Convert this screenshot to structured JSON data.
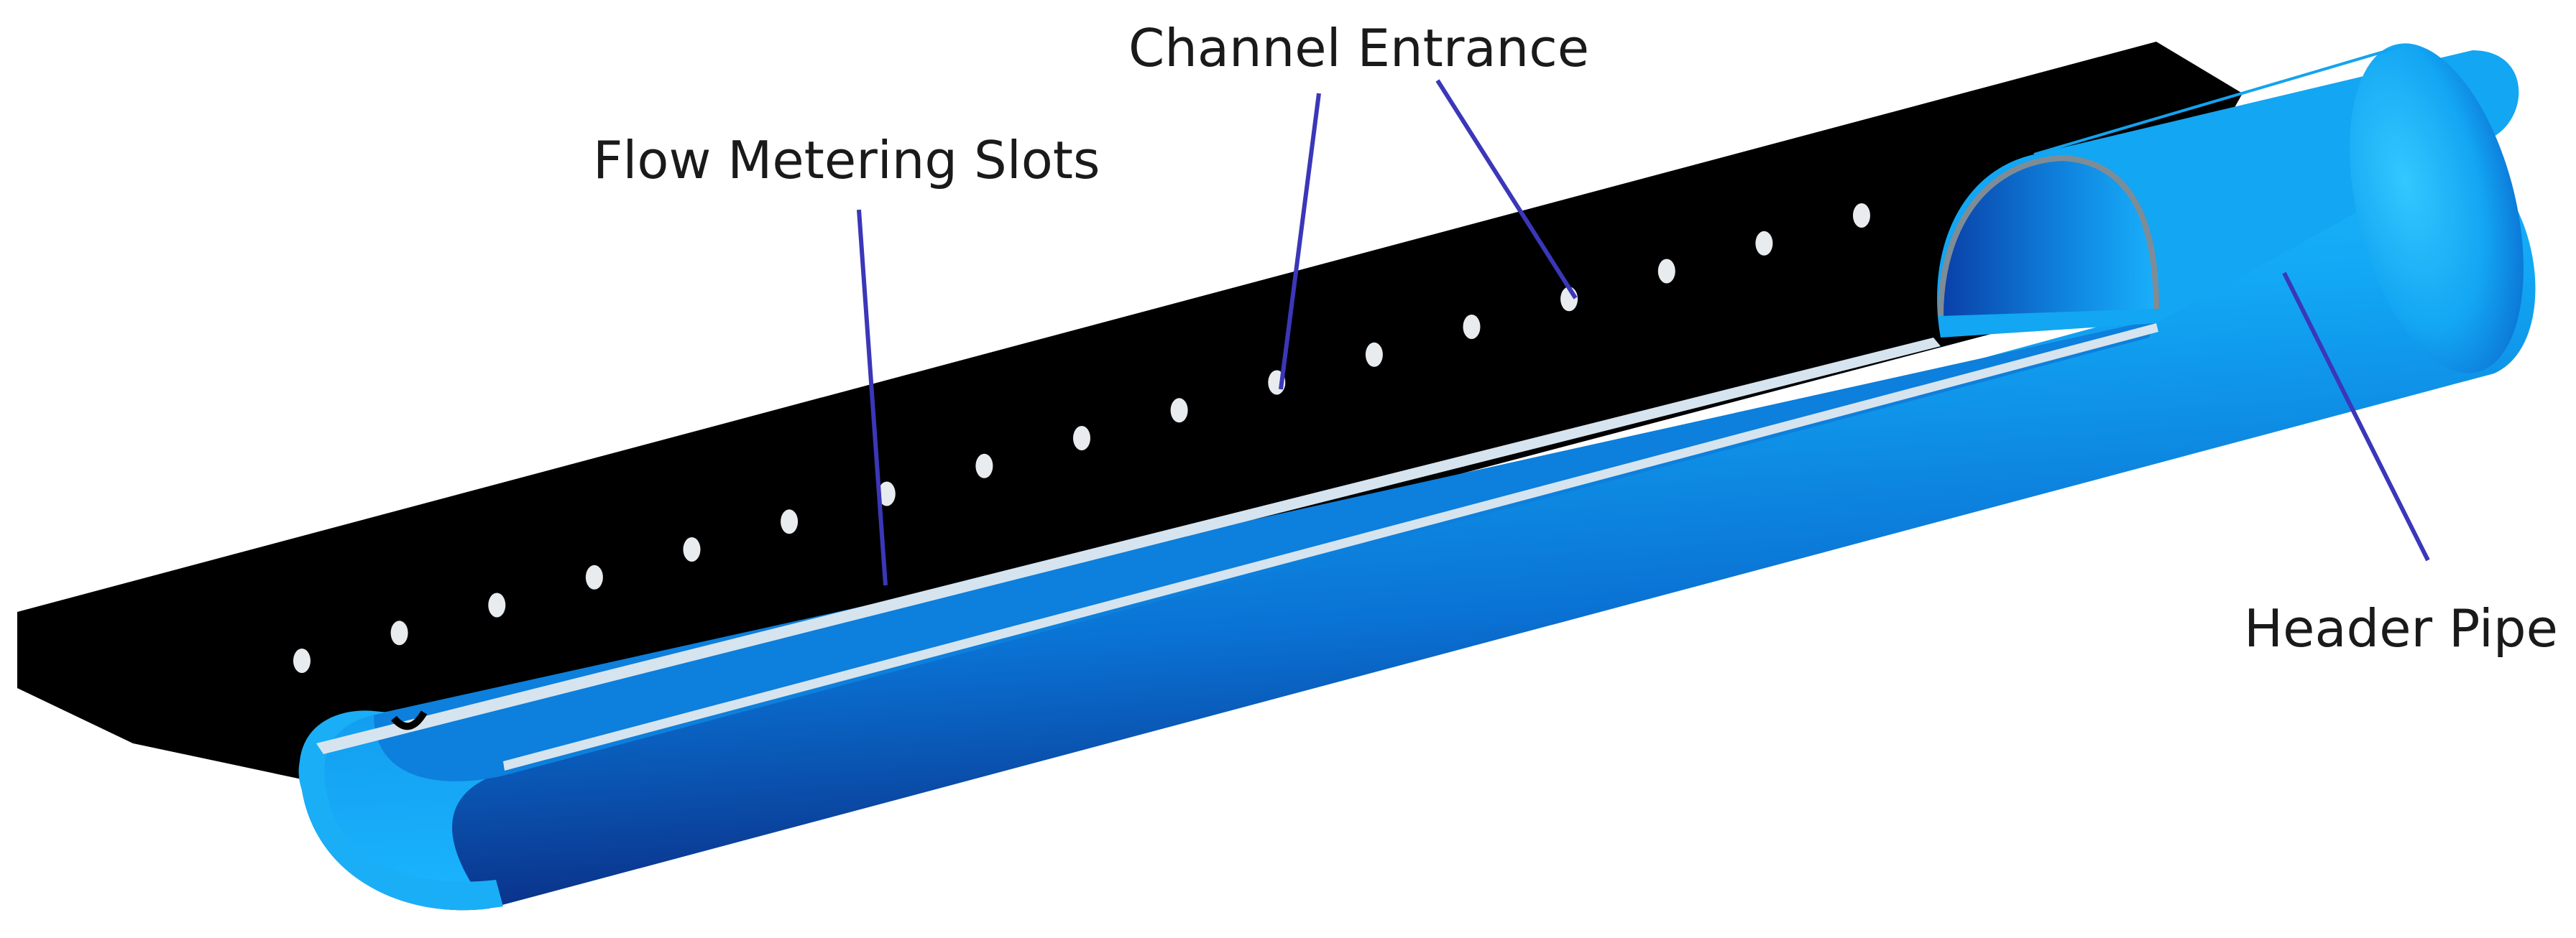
{
  "labels": {
    "channel_entrance": "Channel Entrance",
    "flow_metering_slots": "Flow Metering Slots",
    "header_pipe": "Header Pipe"
  },
  "colors": {
    "plate": "#000000",
    "pipe_light": "#1fb8ff",
    "pipe_mid": "#0aa0f0",
    "pipe_dark": "#0a3a9a",
    "pipe_edge": "#d6e4ef",
    "leader_line": "#3b37b8",
    "hole": "#e9ecef"
  }
}
